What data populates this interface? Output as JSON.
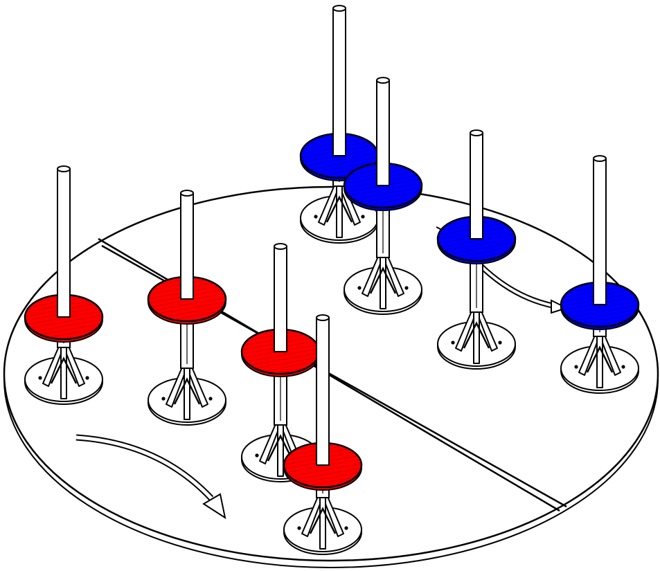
{
  "colors": {
    "outline": "#000000",
    "table": "#ffffff",
    "rod": "#ffffff",
    "red_disc": "#ff0000",
    "blue_disc": "#0000ff",
    "background": "#ffffff"
  },
  "table": {
    "shape": "circular-platform",
    "divider_count": 1
  },
  "stations": [
    {
      "id": "red-1",
      "disc_color": "red"
    },
    {
      "id": "red-2",
      "disc_color": "red"
    },
    {
      "id": "red-3",
      "disc_color": "red"
    },
    {
      "id": "red-4",
      "disc_color": "red"
    },
    {
      "id": "blue-1",
      "disc_color": "blue"
    },
    {
      "id": "blue-2",
      "disc_color": "blue"
    },
    {
      "id": "blue-3",
      "disc_color": "blue"
    },
    {
      "id": "blue-4",
      "disc_color": "blue"
    }
  ],
  "arrows": [
    {
      "id": "rotation-arrow-front",
      "icon": "curved-arrow-icon",
      "direction": "clockwise"
    },
    {
      "id": "rotation-arrow-back",
      "icon": "curved-arrow-icon",
      "direction": "clockwise"
    }
  ]
}
